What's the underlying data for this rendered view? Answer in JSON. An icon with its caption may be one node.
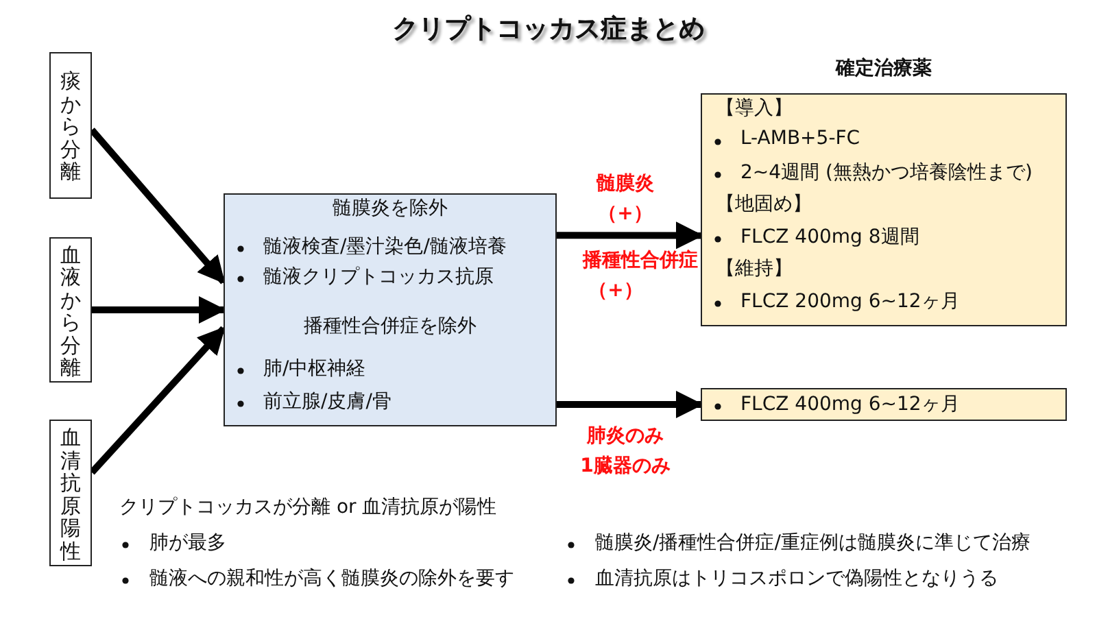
{
  "diagram": {
    "title": "クリプトコッカス症まとめ",
    "nodes": [
      {
        "text": [
          "痰から分離"
        ]
      },
      {
        "text": [
          "血液から分離"
        ]
      },
      {
        "text": [
          "血清抗原陽性"
        ]
      },
      {
        "text": [
          "髄膜炎を除外",
          "髄液検査/墨汁染色/髄液培養",
          "髄液クリプトコッカス抗原",
          "播種性合併症を除外",
          "肺/中枢神経",
          "前立腺/皮膚/骨"
        ]
      },
      {
        "text": [
          "確定治療薬",
          "【導入】",
          "L-AMB+5-FC",
          "2~4週間 (無熱かつ培養陰性まで)",
          "【地固め】",
          "FLCZ 400mg 8週間",
          "【維持】",
          "FLCZ 200mg 6~12ヶ月"
        ]
      },
      {
        "text": [
          "FLCZ 400mg 6~12ヶ月"
        ]
      }
    ],
    "edges": [
      {
        "from": 0,
        "to": 3,
        "arrow": "to"
      },
      {
        "from": 1,
        "to": 3,
        "arrow": "to"
      },
      {
        "from": 2,
        "to": 3,
        "arrow": "to"
      },
      {
        "from": 3,
        "to": 4,
        "arrow": "to",
        "label": "髄膜炎（+）"
      },
      {
        "from": 3,
        "to": 5,
        "arrow": "to",
        "label": "肺炎のみ 1臓器のみ"
      }
    ],
    "labels": [
      "播種性合併症（+）",
      "クリプトコッカスが分離 or 血清抗原が陽性",
      "肺が最多",
      "髄膜炎/播種性合併症/重症例は髄膜炎に準じて治療",
      "髄液への親和性が高く髄膜炎の除外を要す",
      "血清抗原はトリコスポロンで偽陽性となりうる"
    ]
  }
}
